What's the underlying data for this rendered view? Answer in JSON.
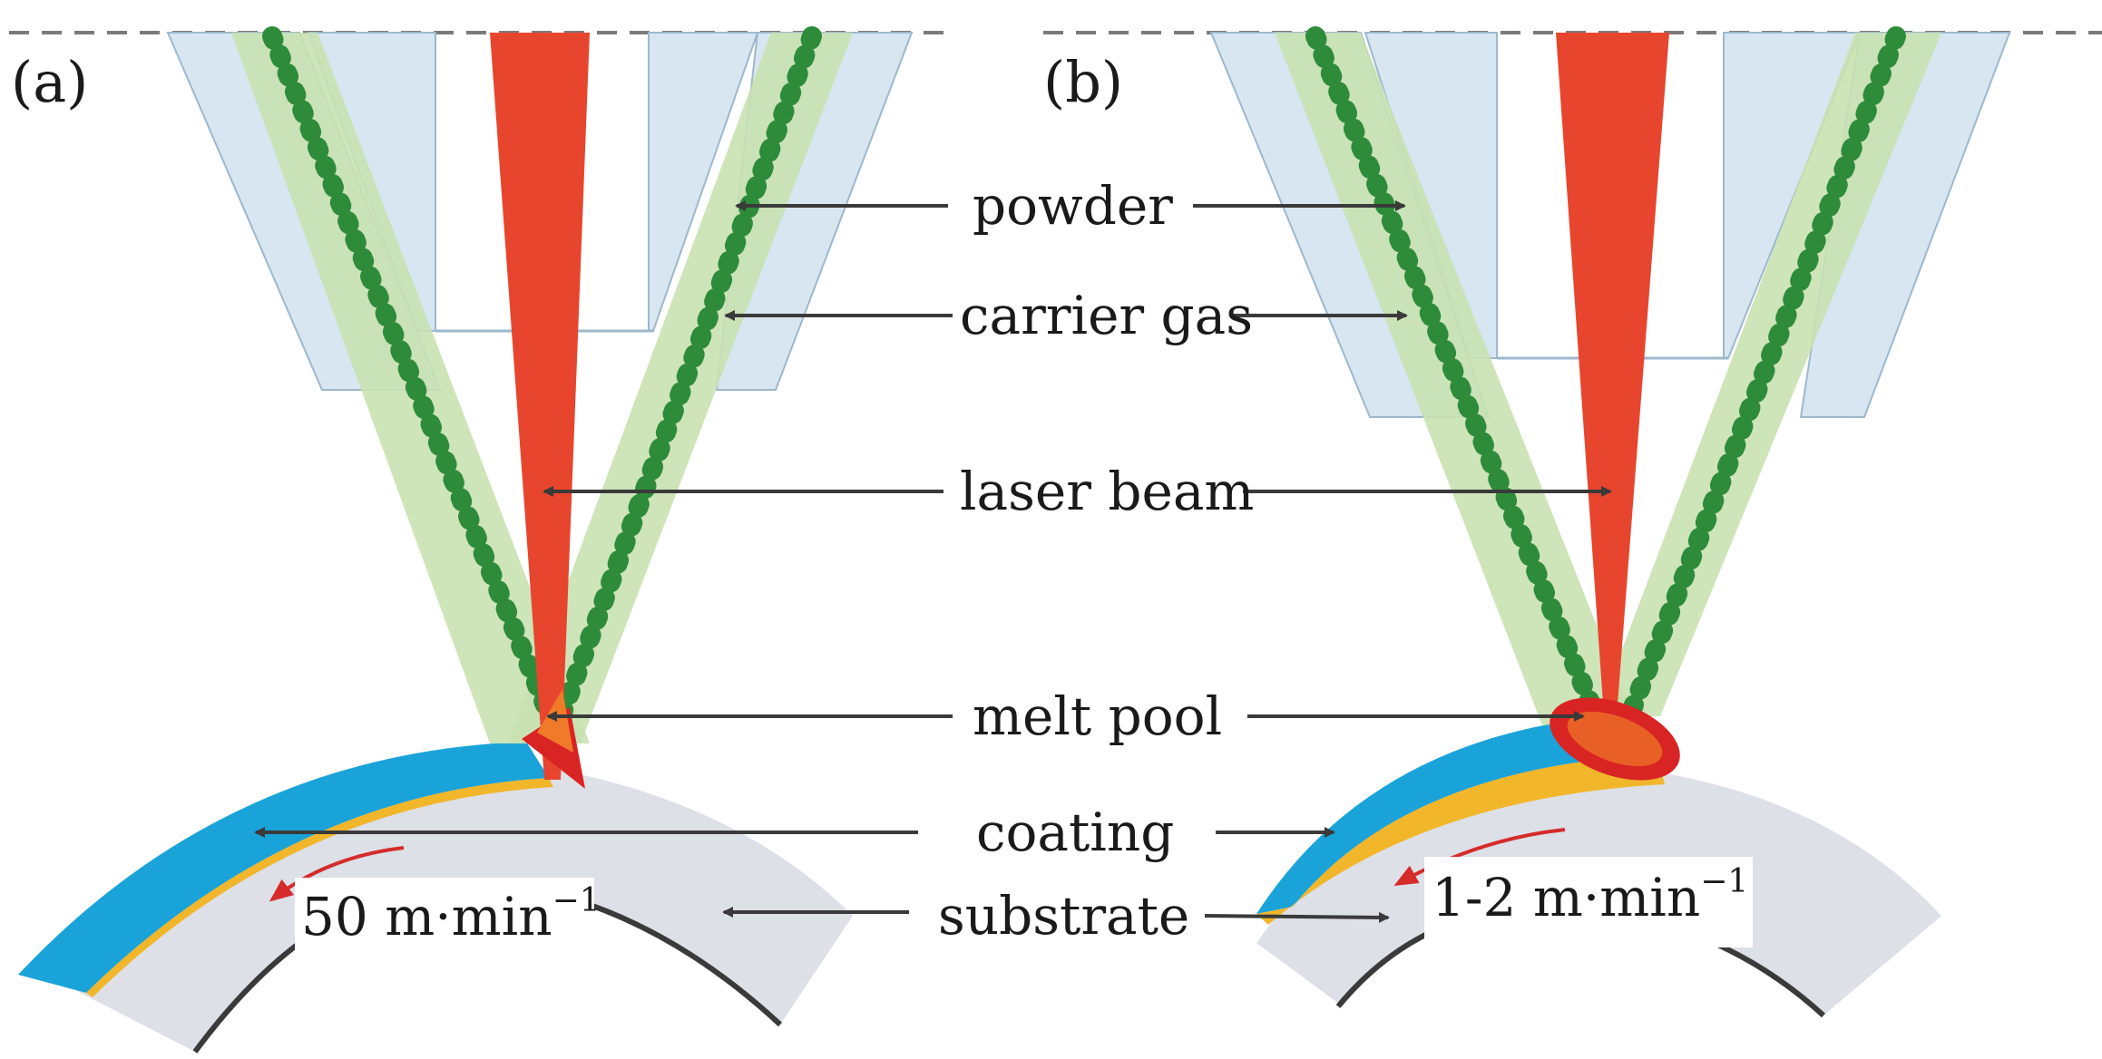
{
  "panels": [
    {
      "id": "a",
      "label": "(a)",
      "speed": "50 m·min",
      "speed_sup": "−1"
    },
    {
      "id": "b",
      "label": "(b)",
      "speed": "1-2 m·min",
      "speed_sup": "−1"
    }
  ],
  "labels": {
    "powder": "powder",
    "carrier_gas": "carrier gas",
    "laser_beam": "laser beam",
    "melt_pool": "melt pool",
    "coating": "coating",
    "substrate": "substrate"
  },
  "colors": {
    "nozzle": "#d8e6f1",
    "nozzle_edge": "#9db8cc",
    "gas_stream": "#c9e1b1",
    "powder_dots": "#2e8b3a",
    "laser": "#e8452e",
    "coating": "#1aa3d9",
    "bond_layer": "#f2b62a",
    "substrate": "#dde0e7",
    "substrate_edge": "#3a3a3a",
    "melt_pool": "#d92424",
    "arrow": "#3a3a3a",
    "rotation_arrow": "#d52b2b"
  }
}
